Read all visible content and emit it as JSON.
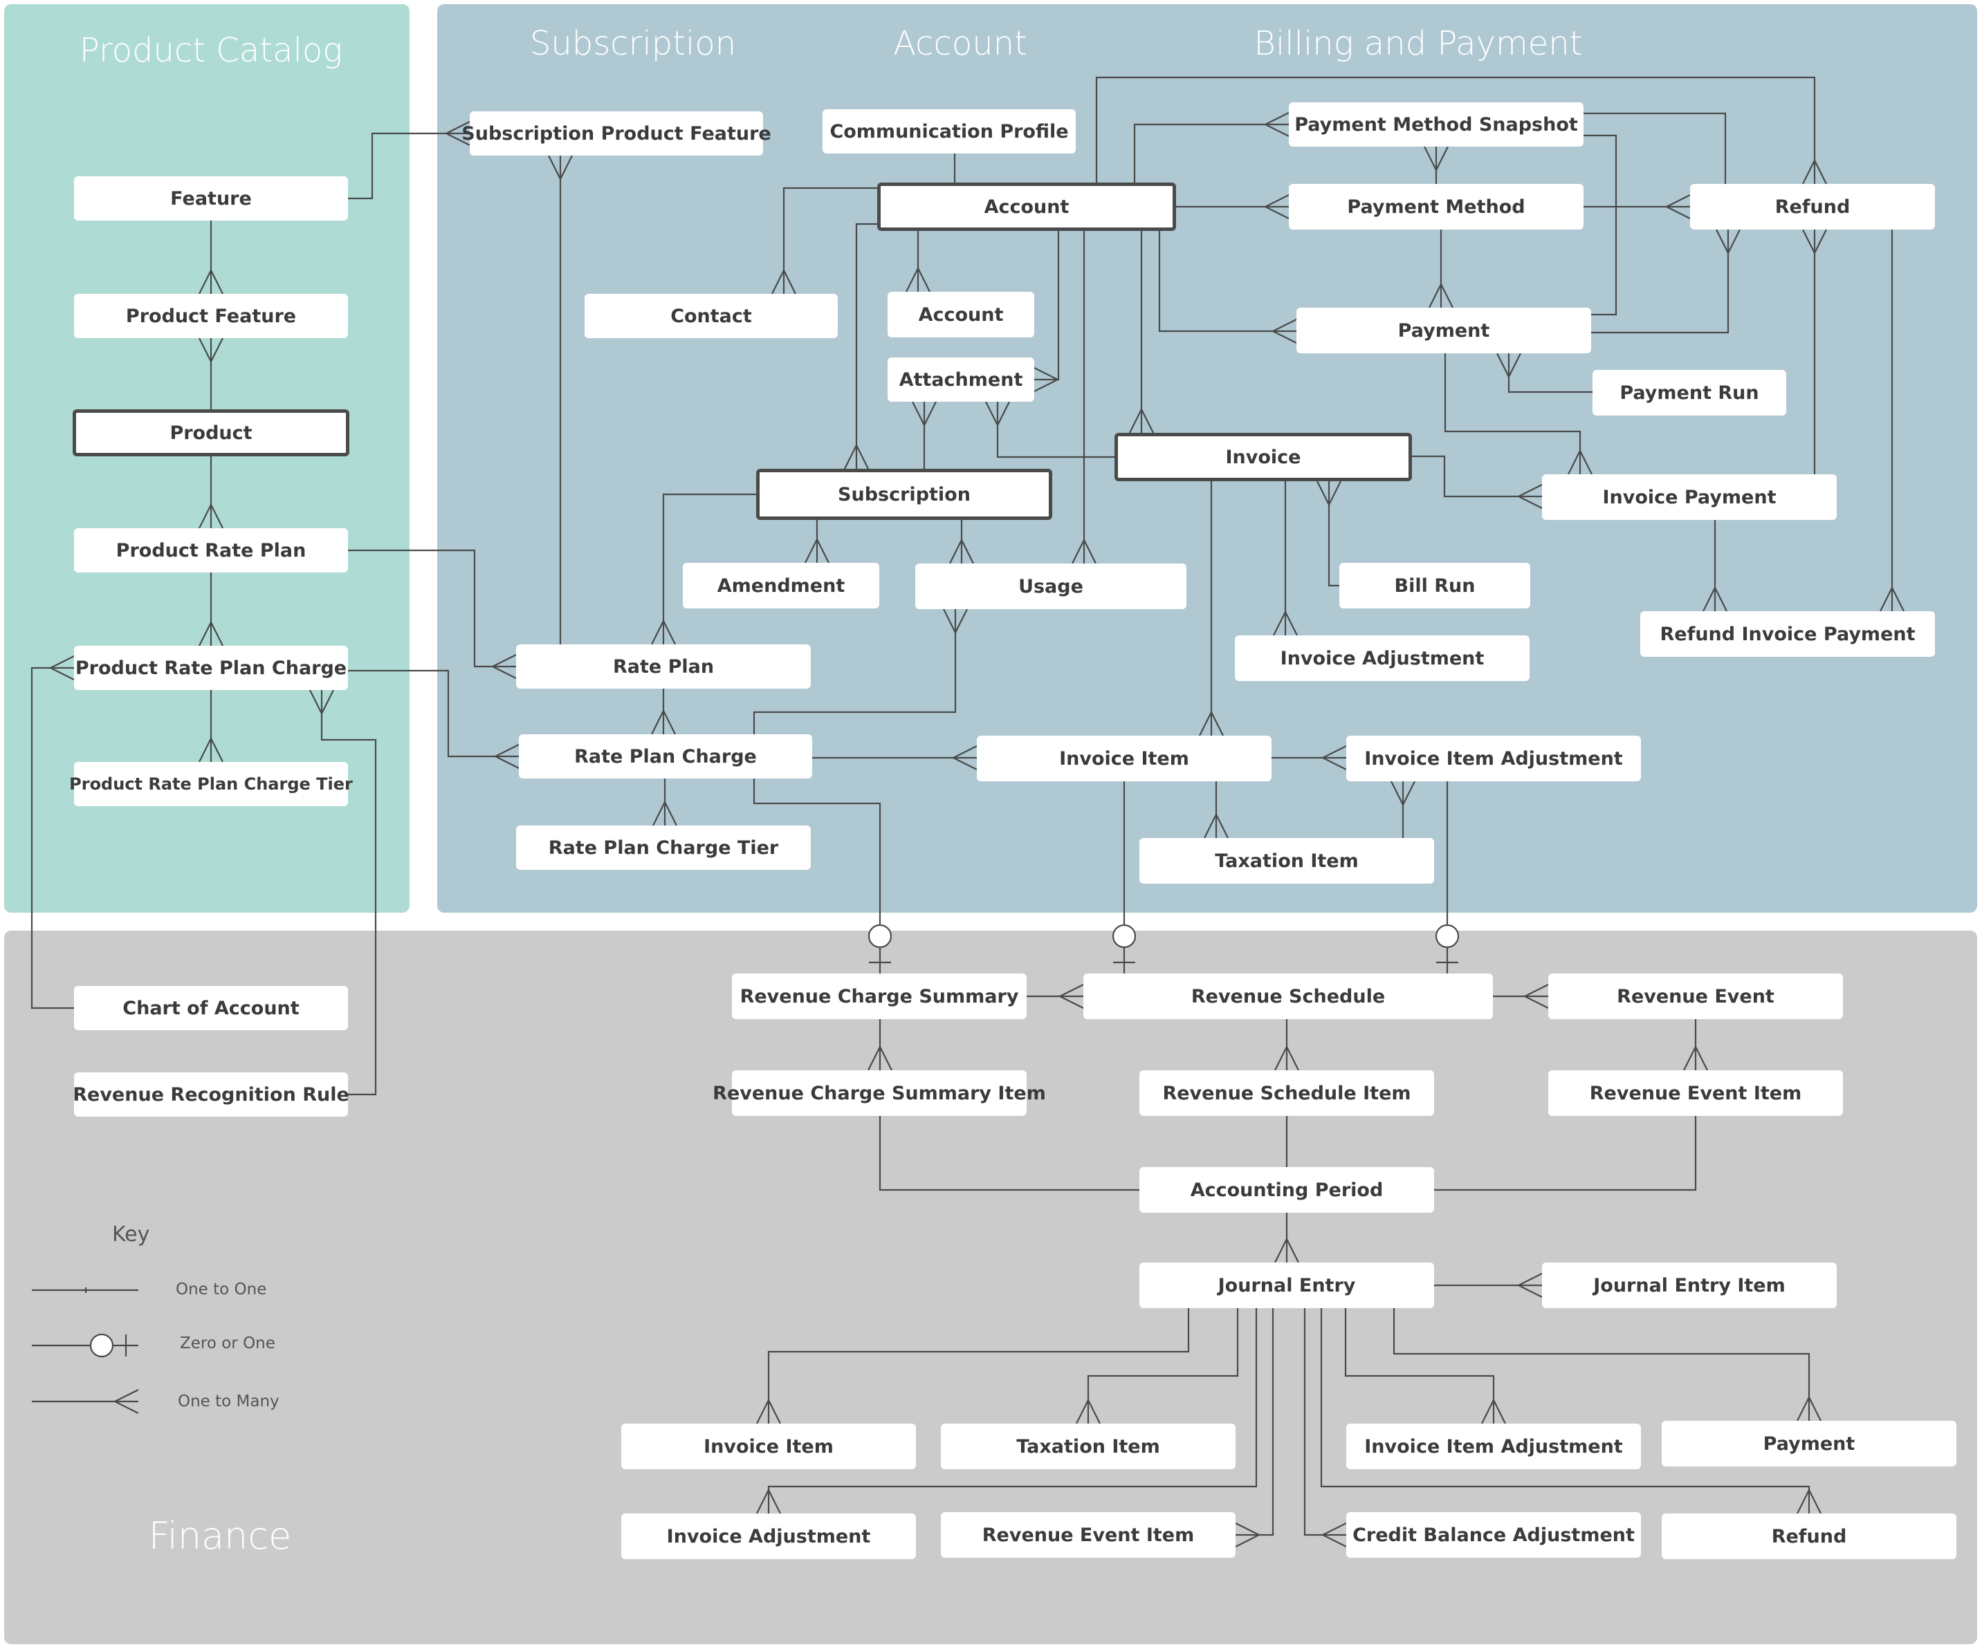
{
  "regions": {
    "product_catalog": "Product Catalog",
    "subscription": "Subscription",
    "account": "Account",
    "billing_payment": "Billing and Payment",
    "finance": "Finance"
  },
  "catalog": {
    "feature": "Feature",
    "product_feature": "Product Feature",
    "product": "Product",
    "product_rate_plan": "Product Rate Plan",
    "product_rate_plan_charge": "Product Rate Plan Charge",
    "product_rate_plan_charge_tier": "Product Rate Plan Charge Tier"
  },
  "subscription": {
    "subscription_product_feature": "Subscription Product Feature",
    "subscription": "Subscription",
    "amendment": "Amendment",
    "rate_plan": "Rate Plan",
    "rate_plan_charge": "Rate Plan Charge",
    "rate_plan_charge_tier": "Rate Plan Charge Tier"
  },
  "account": {
    "communication_profile": "Communication Profile",
    "account": "Account",
    "contact": "Contact",
    "account_child": "Account",
    "attachment": "Attachment",
    "usage": "Usage"
  },
  "billing": {
    "payment_method_snapshot": "Payment Method Snapshot",
    "payment_method": "Payment Method",
    "refund": "Refund",
    "payment": "Payment",
    "payment_run": "Payment Run",
    "invoice": "Invoice",
    "invoice_payment": "Invoice Payment",
    "bill_run": "Bill Run",
    "invoice_adjustment": "Invoice Adjustment",
    "refund_invoice_payment": "Refund Invoice Payment",
    "invoice_item": "Invoice Item",
    "invoice_item_adjustment": "Invoice Item Adjustment",
    "taxation_item": "Taxation Item"
  },
  "finance": {
    "chart_of_account": "Chart of Account",
    "revenue_recognition_rule": "Revenue Recognition Rule",
    "revenue_charge_summary": "Revenue Charge Summary",
    "revenue_schedule": "Revenue Schedule",
    "revenue_event": "Revenue Event",
    "revenue_charge_summary_item": "Revenue Charge Summary Item",
    "revenue_schedule_item": "Revenue Schedule Item",
    "revenue_event_item": "Revenue Event Item",
    "accounting_period": "Accounting Period",
    "journal_entry": "Journal Entry",
    "journal_entry_item": "Journal Entry Item",
    "je_invoice_item": "Invoice Item",
    "je_taxation_item": "Taxation Item",
    "je_invoice_item_adjustment": "Invoice Item Adjustment",
    "je_payment": "Payment",
    "je_invoice_adjustment": "Invoice Adjustment",
    "je_revenue_event_item": "Revenue Event Item",
    "je_credit_balance_adjustment": "Credit Balance Adjustment",
    "je_refund": "Refund"
  },
  "key": {
    "title": "Key",
    "one_to_one": "One to One",
    "zero_or_one": "Zero or One",
    "one_to_many": "One to Many"
  },
  "colors": {
    "catalog_bg": "#aedcd4",
    "billing_bg": "#afc8d2",
    "finance_bg": "#cbcbcb",
    "line": "#4a4a4a",
    "box": "#ffffff"
  }
}
